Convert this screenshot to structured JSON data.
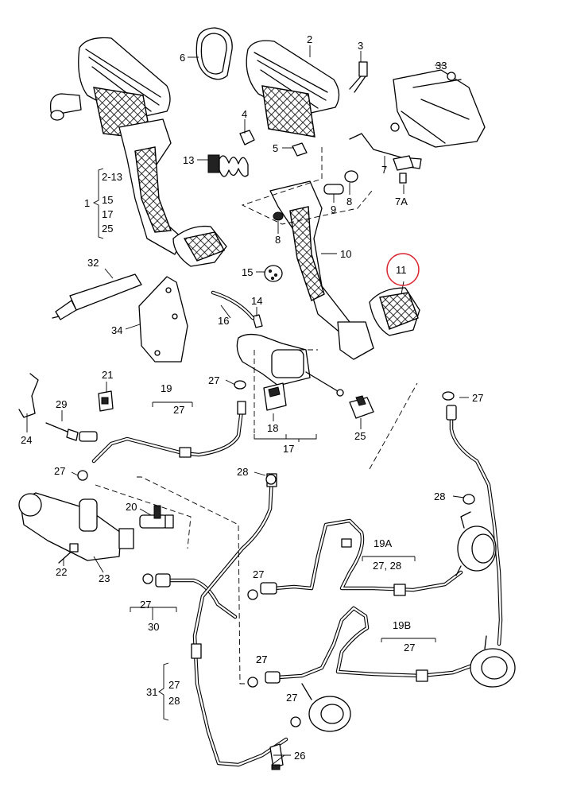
{
  "labels": {
    "l1": "1",
    "l2_13": "2-13",
    "l15a": "15",
    "l17a": "17",
    "l25a": "25",
    "l2": "2",
    "l3": "3",
    "l4": "4",
    "l5": "5",
    "l6": "6",
    "l7": "7",
    "l7A": "7A",
    "l8a": "8",
    "l8b": "8",
    "l9": "9",
    "l10": "10",
    "l11": "11",
    "l13": "13",
    "l14": "14",
    "l15": "15",
    "l16": "16",
    "l17": "17",
    "l18": "18",
    "l19": "19",
    "l19_27": "27",
    "l19A": "19A",
    "l19A_sub": "27, 28",
    "l19B": "19B",
    "l19B_sub": "27",
    "l20": "20",
    "l21": "21",
    "l22": "22",
    "l23": "23",
    "l24": "24",
    "l25": "25",
    "l26": "26",
    "l27a": "27",
    "l27b": "27",
    "l27c": "27",
    "l27d": "27",
    "l27e": "27",
    "l27f": "27",
    "l27g": "27",
    "l28a": "28",
    "l28b": "28",
    "l29": "29",
    "l30": "30",
    "l30_27": "27",
    "l31": "31",
    "l31_27": "27",
    "l31_28": "28",
    "l32": "32",
    "l33": "33",
    "l34": "34"
  },
  "highlighted_part": "11",
  "highlight_color": "#d9232e"
}
